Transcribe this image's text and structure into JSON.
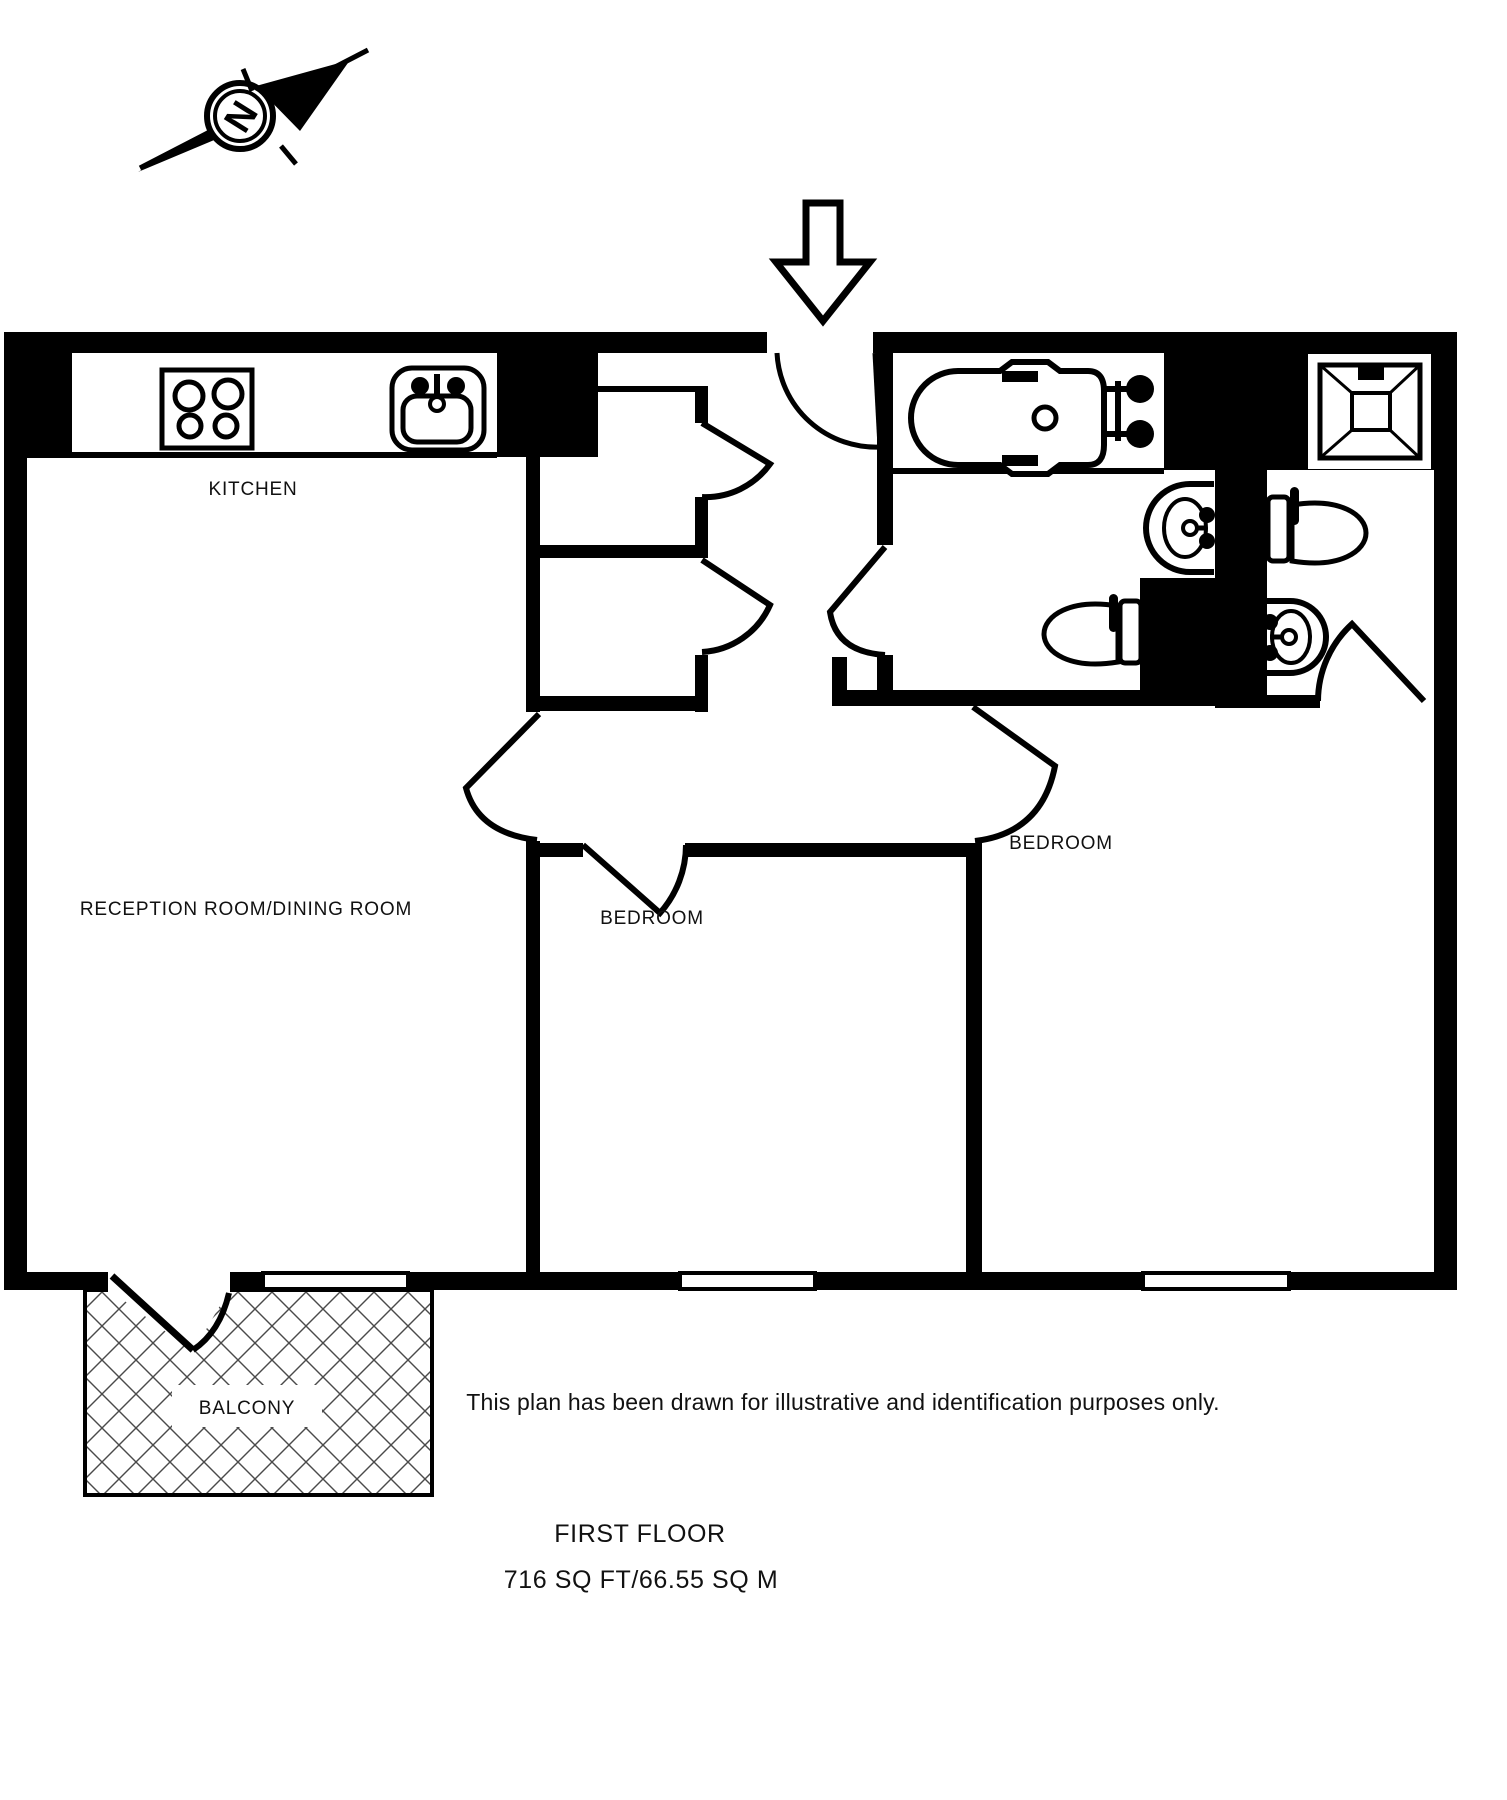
{
  "page": {
    "background": "#ffffff",
    "ink": "#000000"
  },
  "compass": {
    "label": "N"
  },
  "rooms": {
    "kitchen": "KITCHEN",
    "reception": "RECEPTION ROOM/DINING ROOM",
    "bedroom_middle": "BEDROOM",
    "bedroom_right": "BEDROOM",
    "balcony": "BALCONY"
  },
  "footer": {
    "disclaimer": "This plan has been drawn for illustrative and identification purposes only.",
    "floor_label": "FIRST FLOOR",
    "area_label": "716 SQ FT/66.55 SQ M"
  }
}
